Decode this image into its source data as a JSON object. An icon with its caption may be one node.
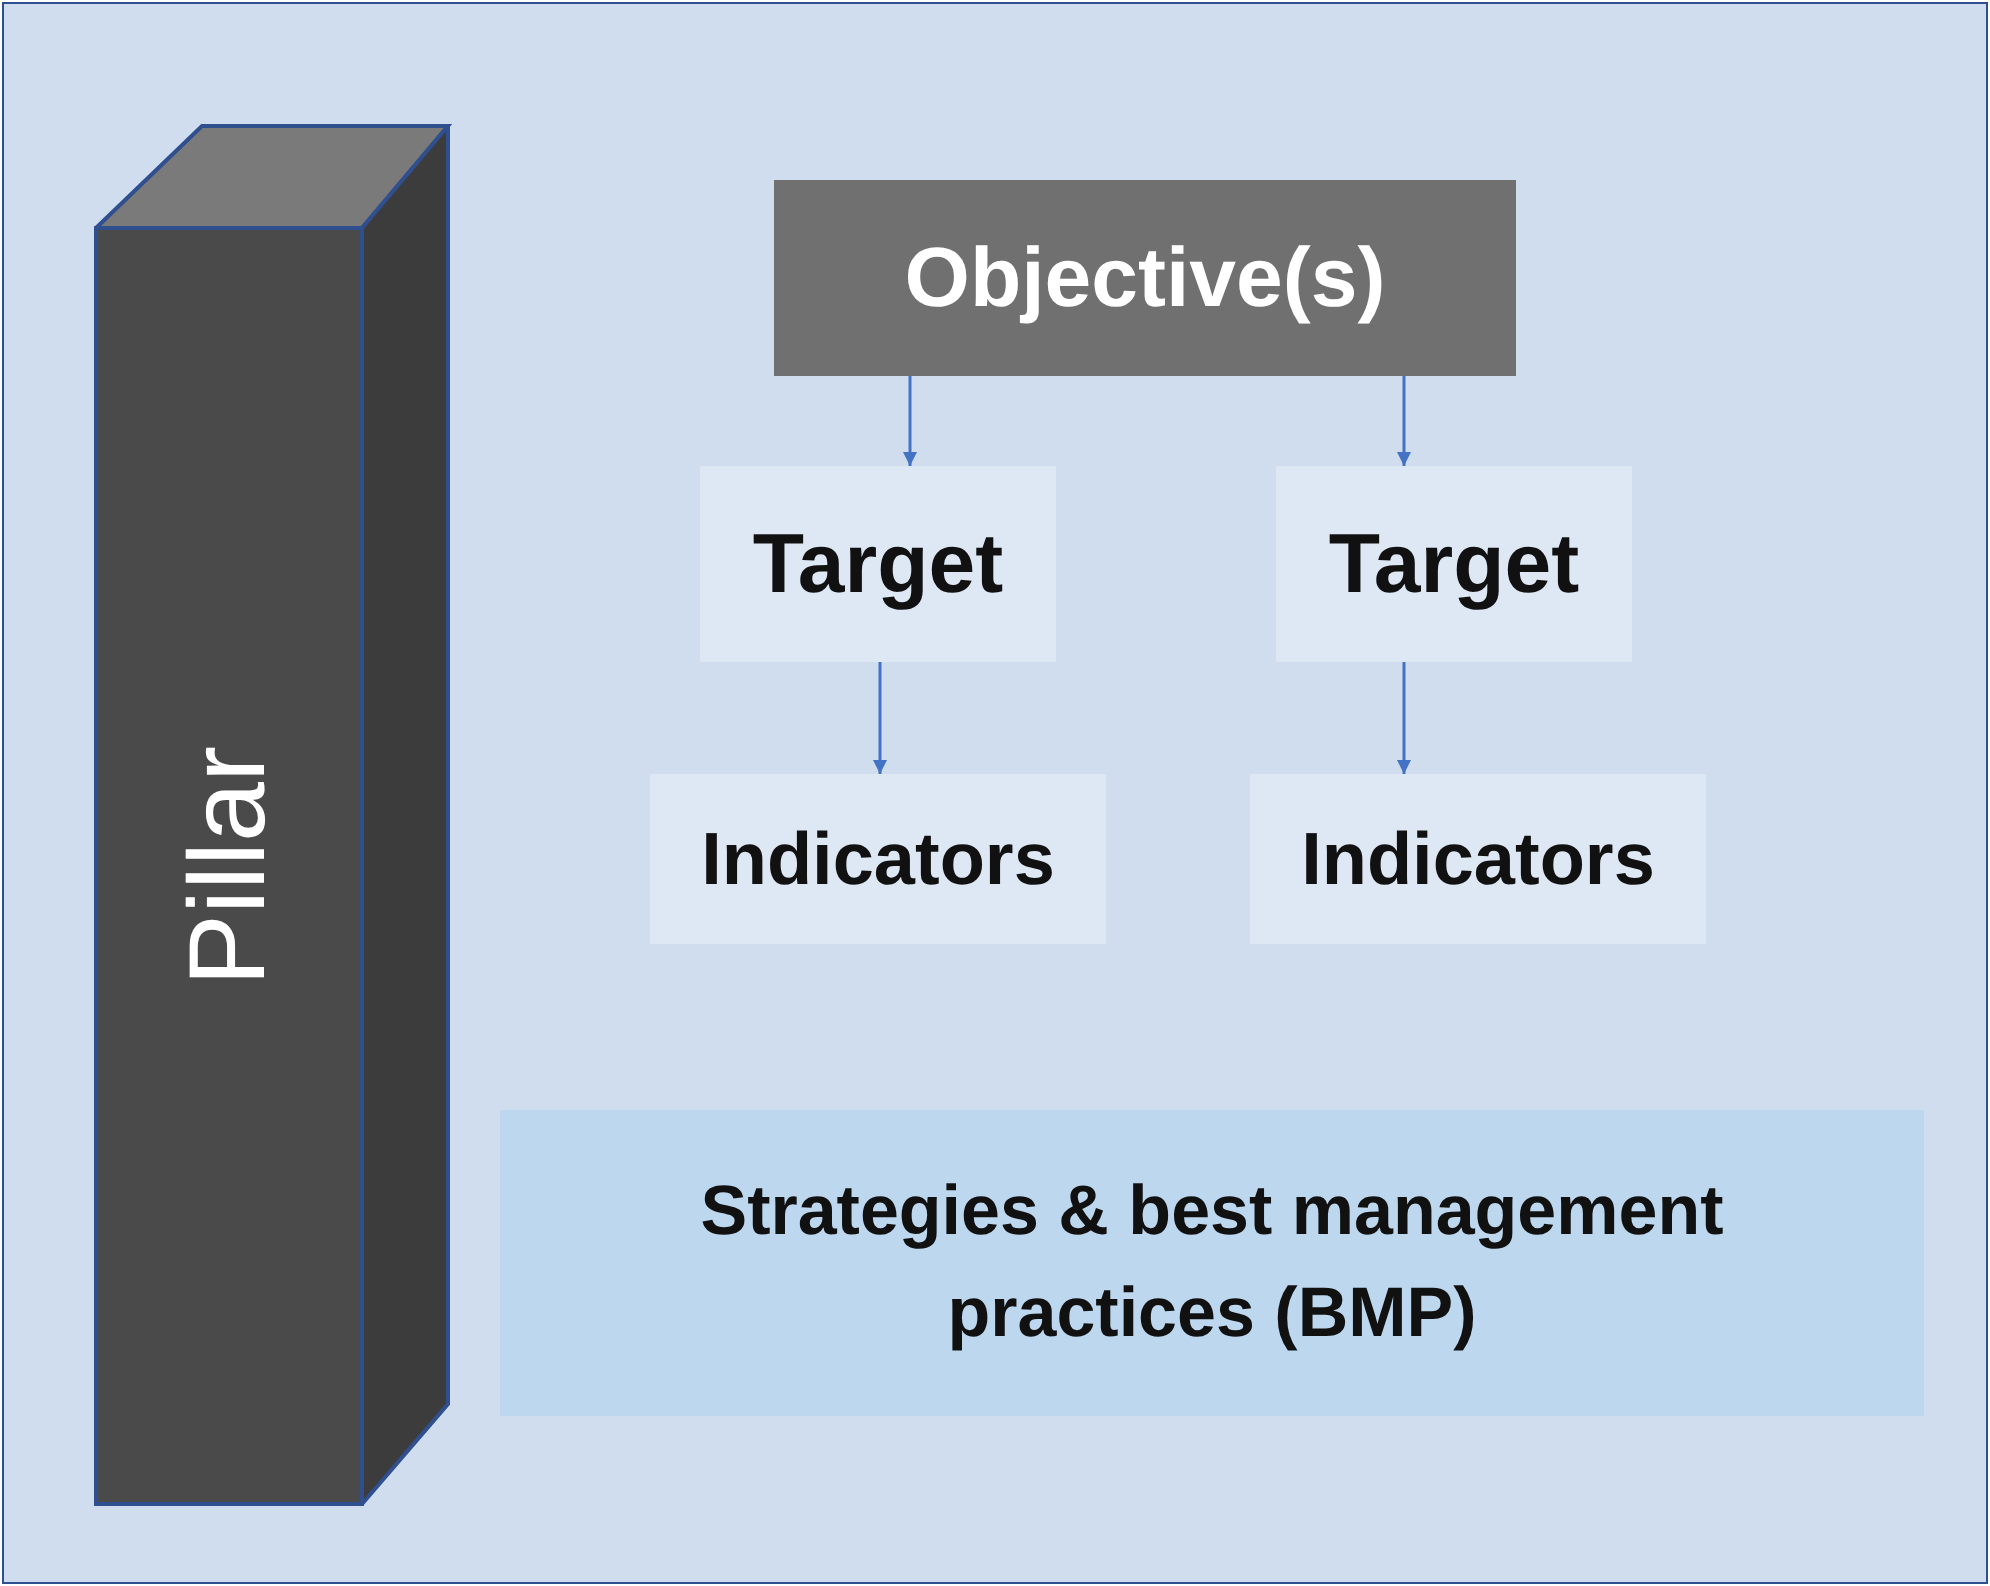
{
  "diagram": {
    "nodes": [
      {
        "text": [
          "Pillar"
        ]
      },
      {
        "text": [
          "Objective(s)"
        ]
      },
      {
        "text": [
          "Target"
        ]
      },
      {
        "text": [
          "Target"
        ]
      },
      {
        "text": [
          "Indicators"
        ]
      },
      {
        "text": [
          "Indicators"
        ]
      },
      {
        "text": [
          "Strategies & best management practices (BMP)"
        ]
      }
    ],
    "edges": [
      {
        "from": 1,
        "to": 2,
        "arrow": "to"
      },
      {
        "from": 1,
        "to": 3,
        "arrow": "to"
      },
      {
        "from": 2,
        "to": 4,
        "arrow": "to"
      },
      {
        "from": 3,
        "to": 5,
        "arrow": "to"
      }
    ]
  }
}
